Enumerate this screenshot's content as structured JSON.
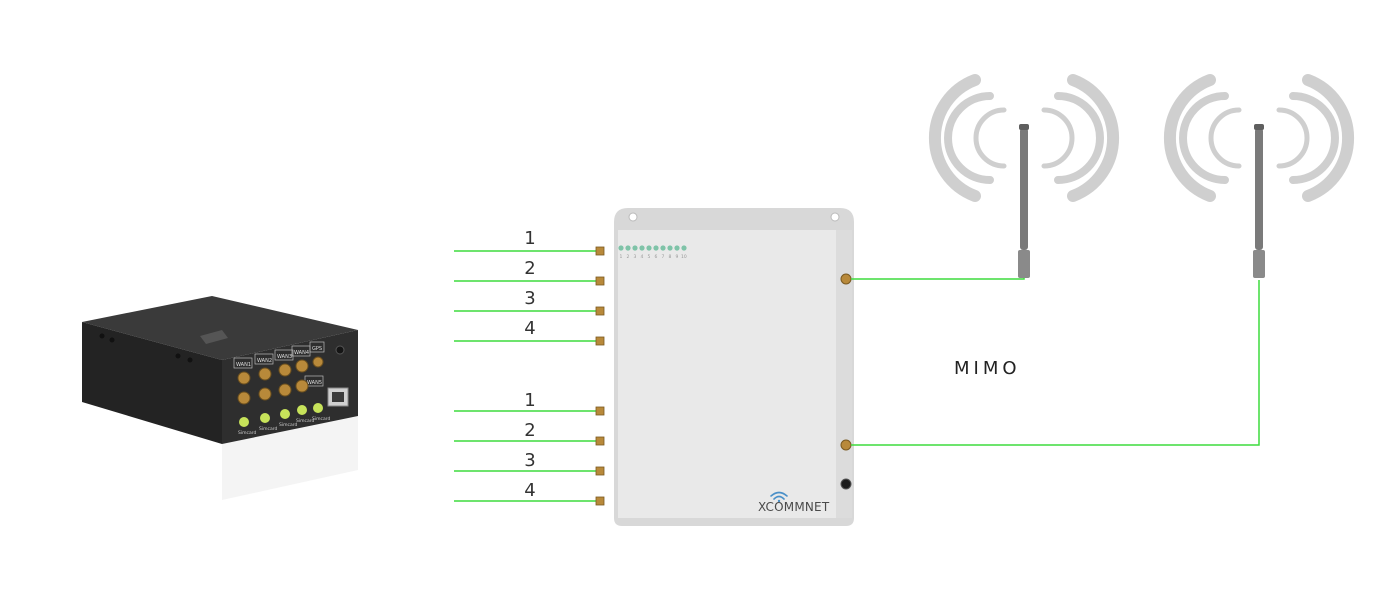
{
  "port_groups": [
    {
      "labels": [
        "1",
        "2",
        "3",
        "4"
      ]
    },
    {
      "labels": [
        "1",
        "2",
        "3",
        "4"
      ]
    }
  ],
  "mimo_label": "MIMO",
  "hub_brand": "XCOMMNET",
  "hub_led_numbers": [
    "1",
    "2",
    "3",
    "4",
    "5",
    "6",
    "7",
    "8",
    "9",
    "10"
  ],
  "router_port_labels": [
    "WAN1",
    "WAN2",
    "WAN3",
    "WAN4",
    "GPS",
    "WAN5"
  ],
  "router_sim_labels": [
    "Simcard",
    "Simcard",
    "Simcard",
    "Simcard",
    "Simcard"
  ],
  "colors": {
    "cable": "#3ddc3d",
    "hub_body": "#e8e8e8",
    "hub_frame": "#d6d6d6",
    "router_body": "#2b2b2b",
    "connector": "#b8893a",
    "led": "#7fc3a8",
    "signal_arc": "#cfcfcf",
    "antenna": "#7a7a7a"
  }
}
